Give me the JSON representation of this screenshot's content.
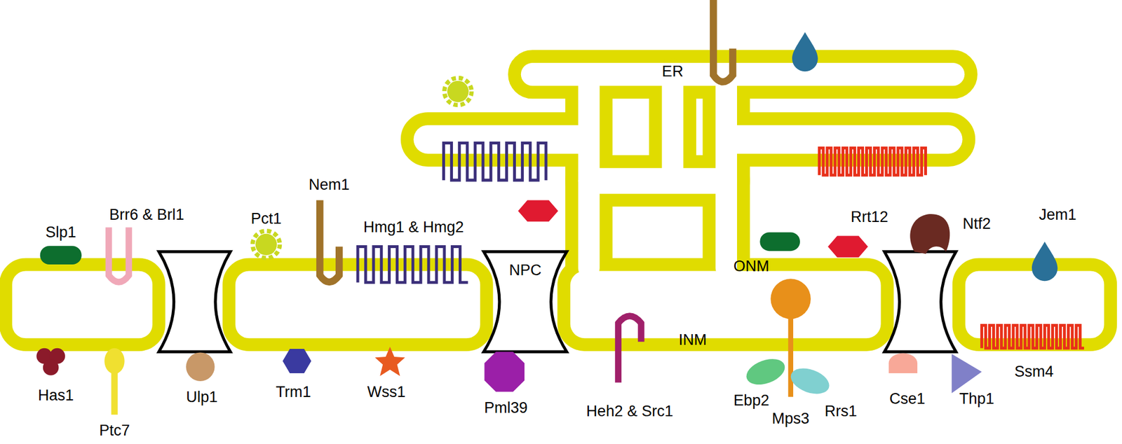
{
  "diagram": {
    "labels": [
      "Slp1",
      "Brr6 & Brl1",
      "Pct1",
      "Nem1",
      "Hmg1 & Hmg2",
      "NPC",
      "ER",
      "Rrt12",
      "Ntf2",
      "Jem1",
      "ONM",
      "INM",
      "Has1",
      "Ptc7",
      "Ulp1",
      "Trm1",
      "Wss1",
      "Pml39",
      "Heh2 & Src1",
      "Ebp2",
      "Mps3",
      "Rrs1",
      "Cse1",
      "Thp1",
      "Ssm4"
    ]
  }
}
